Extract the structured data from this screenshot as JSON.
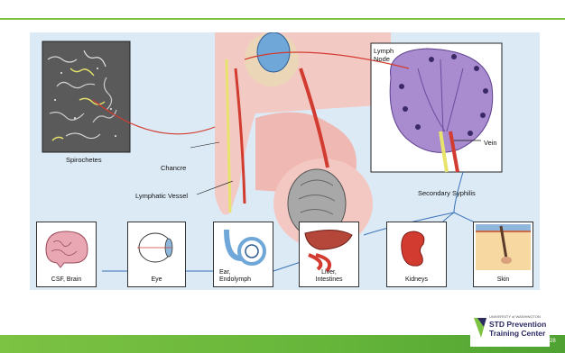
{
  "figure": {
    "labels": {
      "spirochetes": "Spirochetes",
      "lymph_node": "Lymph\nNode",
      "chancre": "Chancre",
      "lymphatic_vessel": "Lymphatic Vessel",
      "vein": "Vein",
      "secondary_syphilis": "Secondary Syphilis"
    },
    "organ_cards": [
      {
        "label": "CSF, Brain"
      },
      {
        "label": "Eye"
      },
      {
        "label": "Ear,\nEndolymph"
      },
      {
        "label": "Liver,\nIntestines"
      },
      {
        "label": "Kidneys"
      },
      {
        "label": "Skin"
      }
    ]
  },
  "footer": {
    "logo_small": "UNIVERSITY of WASHINGTON",
    "logo_line1": "STD Prevention",
    "logo_line2": "Training Center",
    "page_number": "28"
  },
  "colors": {
    "accent_green": "#7cc243",
    "figure_bg": "#dceaf6",
    "lymph_purple": "#a98bd0",
    "vessel_red": "#d23b2f",
    "skin_pink": "#f1c6c2",
    "navy": "#2c2a63"
  }
}
